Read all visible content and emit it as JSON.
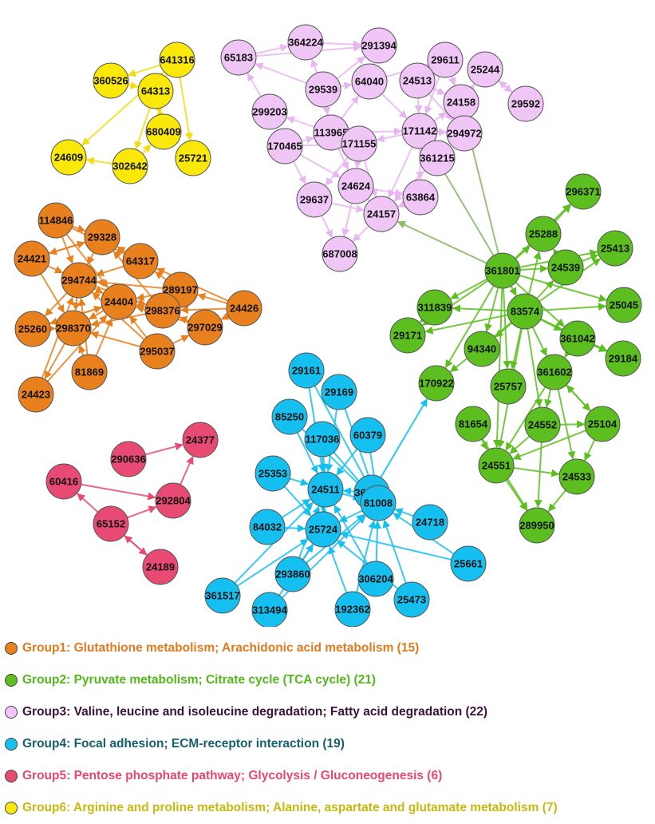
{
  "groups": [
    {
      "id": "g1",
      "fill": "#E8801E",
      "text_color": "#E07A1E",
      "label": "Group1: Glutathione metabolism; Arachidonic acid metabolism (15)"
    },
    {
      "id": "g2",
      "fill": "#5CBF1F",
      "text_color": "#53B81B",
      "label": "Group2: Pyruvate metabolism; Citrate cycle (TCA cycle) (21)"
    },
    {
      "id": "g3",
      "fill": "#EFC6F6",
      "text_color": "#3D1238",
      "label": "Group3: Valine, leucine and isoleucine degradation; Fatty acid degradation (22)"
    },
    {
      "id": "g4",
      "fill": "#15C0F0",
      "text_color": "#16606F",
      "label": "Group4: Focal adhesion; ECM-receptor interaction (19)"
    },
    {
      "id": "g5",
      "fill": "#E84A73",
      "text_color": "#E8476F",
      "label": "Group5: Pentose phosphate pathway; Glycolysis / Gluconeogenesis (6)"
    },
    {
      "id": "g6",
      "fill": "#FAE80A",
      "text_color": "#C9B80F",
      "label": "Group6: Arginine and proline metabolism; Alanine, aspartate and glutamate metabolism (7)"
    }
  ],
  "edge_colors": {
    "g1": "#E8801E",
    "g2": "#5CBF1F",
    "g3": "#E8B5F2",
    "g4": "#15C0F0",
    "g5": "#E84A73",
    "g6": "#F2DD10",
    "g2x": "#8DBB6E"
  },
  "nodes": {
    "g6": [
      "641316",
      "360526",
      "64313",
      "680409",
      "24609",
      "302642",
      "25721"
    ],
    "g3": [
      "364224",
      "291394",
      "65183",
      "29611",
      "25244",
      "29539",
      "64040",
      "24513",
      "299203",
      "24158",
      "29592",
      "113965",
      "171142",
      "294972",
      "170465",
      "171155",
      "361215",
      "24624",
      "63864",
      "29637",
      "24157",
      "687008"
    ],
    "g1": [
      "114846",
      "29328",
      "64317",
      "24421",
      "294744",
      "289197",
      "24404",
      "24426",
      "298376",
      "25260",
      "298370",
      "297029",
      "295037",
      "81869",
      "24423"
    ],
    "g2": [
      "296371",
      "25288",
      "25413",
      "361801",
      "24539",
      "311839",
      "25045",
      "83574",
      "29171",
      "361042",
      "94340",
      "29184",
      "170922",
      "25757",
      "361602",
      "81654",
      "24552",
      "25104",
      "24551",
      "24533",
      "289950"
    ],
    "g4": [
      "29161",
      "29169",
      "85250",
      "60379",
      "117036",
      "362973",
      "25353",
      "24511",
      "81008",
      "84032",
      "24718",
      "25724",
      "293860",
      "306204",
      "25661",
      "361517",
      "313494",
      "192362",
      "25473"
    ],
    "g5": [
      "290636",
      "24377",
      "60416",
      "292804",
      "65152",
      "24189"
    ]
  },
  "edges": [
    [
      "641316",
      "64313"
    ],
    [
      "641316",
      "25721"
    ],
    [
      "641316",
      "24609"
    ],
    [
      "64313",
      "680409"
    ],
    [
      "680409",
      "64313"
    ],
    [
      "302642",
      "24609"
    ],
    [
      "360526",
      "64313"
    ],
    [
      "302642",
      "680409"
    ],
    [
      "64313",
      "302642"
    ],
    [
      "641316",
      "360526"
    ],
    [
      "65183",
      "364224"
    ],
    [
      "65183",
      "291394"
    ],
    [
      "364224",
      "291394"
    ],
    [
      "29539",
      "65183"
    ],
    [
      "29539",
      "364224"
    ],
    [
      "29539",
      "291394"
    ],
    [
      "299203",
      "65183"
    ],
    [
      "64040",
      "291394"
    ],
    [
      "64040",
      "29611"
    ],
    [
      "29539",
      "64040"
    ],
    [
      "29611",
      "24513"
    ],
    [
      "29611",
      "24158"
    ],
    [
      "25244",
      "29592"
    ],
    [
      "29592",
      "25244"
    ],
    [
      "24158",
      "25244"
    ],
    [
      "24513",
      "24158"
    ],
    [
      "24513",
      "171142"
    ],
    [
      "64040",
      "171142"
    ],
    [
      "29539",
      "113965"
    ],
    [
      "113965",
      "299203"
    ],
    [
      "113965",
      "64040"
    ],
    [
      "113965",
      "171142"
    ],
    [
      "113965",
      "171155"
    ],
    [
      "170465",
      "113965"
    ],
    [
      "170465",
      "171155"
    ],
    [
      "170465",
      "24624"
    ],
    [
      "170465",
      "29637"
    ],
    [
      "171142",
      "24158"
    ],
    [
      "171142",
      "294972"
    ],
    [
      "171142",
      "171155"
    ],
    [
      "171142",
      "361215"
    ],
    [
      "171142",
      "63864"
    ],
    [
      "171142",
      "24157"
    ],
    [
      "171155",
      "24624"
    ],
    [
      "171155",
      "24157"
    ],
    [
      "171155",
      "29637"
    ],
    [
      "24624",
      "24157"
    ],
    [
      "24624",
      "687008"
    ],
    [
      "29637",
      "687008"
    ],
    [
      "29637",
      "24157"
    ],
    [
      "24157",
      "687008"
    ],
    [
      "63864",
      "24157"
    ],
    [
      "361215",
      "24157"
    ],
    [
      "24624",
      "63864"
    ],
    [
      "113965",
      "24624"
    ],
    [
      "29611",
      "171142"
    ],
    [
      "24513",
      "294972"
    ],
    [
      "114846",
      "29328"
    ],
    [
      "114846",
      "294744"
    ],
    [
      "114846",
      "64317"
    ],
    [
      "114846",
      "24404"
    ],
    [
      "29328",
      "294744"
    ],
    [
      "29328",
      "24421"
    ],
    [
      "64317",
      "29328"
    ],
    [
      "64317",
      "294744"
    ],
    [
      "24421",
      "294744"
    ],
    [
      "24421",
      "298370"
    ],
    [
      "294744",
      "24404"
    ],
    [
      "294744",
      "298370"
    ],
    [
      "294744",
      "25260"
    ],
    [
      "294744",
      "298376"
    ],
    [
      "289197",
      "64317"
    ],
    [
      "289197",
      "294744"
    ],
    [
      "289197",
      "24404"
    ],
    [
      "24426",
      "289197"
    ],
    [
      "24426",
      "298376"
    ],
    [
      "24426",
      "64317"
    ],
    [
      "24426",
      "297029"
    ],
    [
      "298376",
      "24404"
    ],
    [
      "298376",
      "298370"
    ],
    [
      "298376",
      "29328"
    ],
    [
      "24404",
      "298370"
    ],
    [
      "24404",
      "25260"
    ],
    [
      "25260",
      "298370"
    ],
    [
      "298370",
      "24423"
    ],
    [
      "295037",
      "298370"
    ],
    [
      "295037",
      "294744"
    ],
    [
      "295037",
      "24404"
    ],
    [
      "297029",
      "298376"
    ],
    [
      "297029",
      "24404"
    ],
    [
      "81869",
      "298370"
    ],
    [
      "81869",
      "294744"
    ],
    [
      "24423",
      "294744"
    ],
    [
      "24423",
      "24404"
    ],
    [
      "81869",
      "24404"
    ],
    [
      "295037",
      "297029"
    ],
    [
      "24421",
      "29328"
    ],
    [
      "25260",
      "24404"
    ],
    [
      "361801",
      "296371"
    ],
    [
      "361801",
      "25288"
    ],
    [
      "361801",
      "25413"
    ],
    [
      "361801",
      "24539"
    ],
    [
      "361801",
      "311839"
    ],
    [
      "361801",
      "29171"
    ],
    [
      "361801",
      "83574"
    ],
    [
      "361801",
      "170922"
    ],
    [
      "361801",
      "94340"
    ],
    [
      "361801",
      "25757"
    ],
    [
      "361801",
      "361042"
    ],
    [
      "361801",
      "25045"
    ],
    [
      "361801",
      "24551"
    ],
    [
      "83574",
      "25288"
    ],
    [
      "83574",
      "25413"
    ],
    [
      "83574",
      "24539"
    ],
    [
      "83574",
      "25045"
    ],
    [
      "83574",
      "29184"
    ],
    [
      "83574",
      "361042"
    ],
    [
      "83574",
      "29171"
    ],
    [
      "83574",
      "170922"
    ],
    [
      "83574",
      "94340"
    ],
    [
      "83574",
      "25757"
    ],
    [
      "83574",
      "361602"
    ],
    [
      "83574",
      "24552"
    ],
    [
      "83574",
      "24551"
    ],
    [
      "83574",
      "311839"
    ],
    [
      "311839",
      "29171"
    ],
    [
      "24539",
      "25413"
    ],
    [
      "25288",
      "296371"
    ],
    [
      "361042",
      "29184"
    ],
    [
      "361042",
      "361602"
    ],
    [
      "361602",
      "24552"
    ],
    [
      "361602",
      "25104"
    ],
    [
      "361602",
      "24533"
    ],
    [
      "361602",
      "24551"
    ],
    [
      "24552",
      "24551"
    ],
    [
      "24552",
      "25104"
    ],
    [
      "25104",
      "24533"
    ],
    [
      "25104",
      "24551"
    ],
    [
      "25104",
      "361602"
    ],
    [
      "24551",
      "289950"
    ],
    [
      "24533",
      "289950"
    ],
    [
      "24552",
      "289950"
    ],
    [
      "81654",
      "24551"
    ],
    [
      "81654",
      "289950"
    ],
    [
      "24551",
      "24533"
    ],
    [
      "24539",
      "25288"
    ],
    [
      "29161",
      "24511"
    ],
    [
      "29169",
      "24511"
    ],
    [
      "85250",
      "24511"
    ],
    [
      "85250",
      "81008"
    ],
    [
      "117036",
      "24511"
    ],
    [
      "117036",
      "81008"
    ],
    [
      "117036",
      "25724"
    ],
    [
      "60379",
      "81008"
    ],
    [
      "60379",
      "24511"
    ],
    [
      "362973",
      "81008"
    ],
    [
      "25353",
      "24511"
    ],
    [
      "25353",
      "25724"
    ],
    [
      "84032",
      "24511"
    ],
    [
      "84032",
      "25724"
    ],
    [
      "293860",
      "24511"
    ],
    [
      "293860",
      "25724"
    ],
    [
      "293860",
      "81008"
    ],
    [
      "361517",
      "24511"
    ],
    [
      "361517",
      "25724"
    ],
    [
      "313494",
      "25724"
    ],
    [
      "313494",
      "81008"
    ],
    [
      "192362",
      "81008"
    ],
    [
      "192362",
      "25724"
    ],
    [
      "25473",
      "81008"
    ],
    [
      "25473",
      "25724"
    ],
    [
      "25661",
      "81008"
    ],
    [
      "25661",
      "25724"
    ],
    [
      "24718",
      "81008"
    ],
    [
      "306204",
      "81008"
    ],
    [
      "306204",
      "24511"
    ],
    [
      "24511",
      "81008"
    ],
    [
      "81008",
      "25724"
    ],
    [
      "25724",
      "24511"
    ],
    [
      "29161",
      "81008"
    ],
    [
      "29169",
      "81008"
    ],
    [
      "362973",
      "24511"
    ],
    [
      "290636",
      "24377"
    ],
    [
      "292804",
      "24377"
    ],
    [
      "60416",
      "292804"
    ],
    [
      "65152",
      "60416"
    ],
    [
      "65152",
      "292804"
    ],
    [
      "24189",
      "65152"
    ],
    [
      "65152",
      "24189"
    ]
  ],
  "cross_edges": [
    [
      "361801",
      "171142"
    ],
    [
      "361801",
      "24158"
    ],
    [
      "361801",
      "24157"
    ],
    [
      "362973",
      "170922"
    ]
  ]
}
